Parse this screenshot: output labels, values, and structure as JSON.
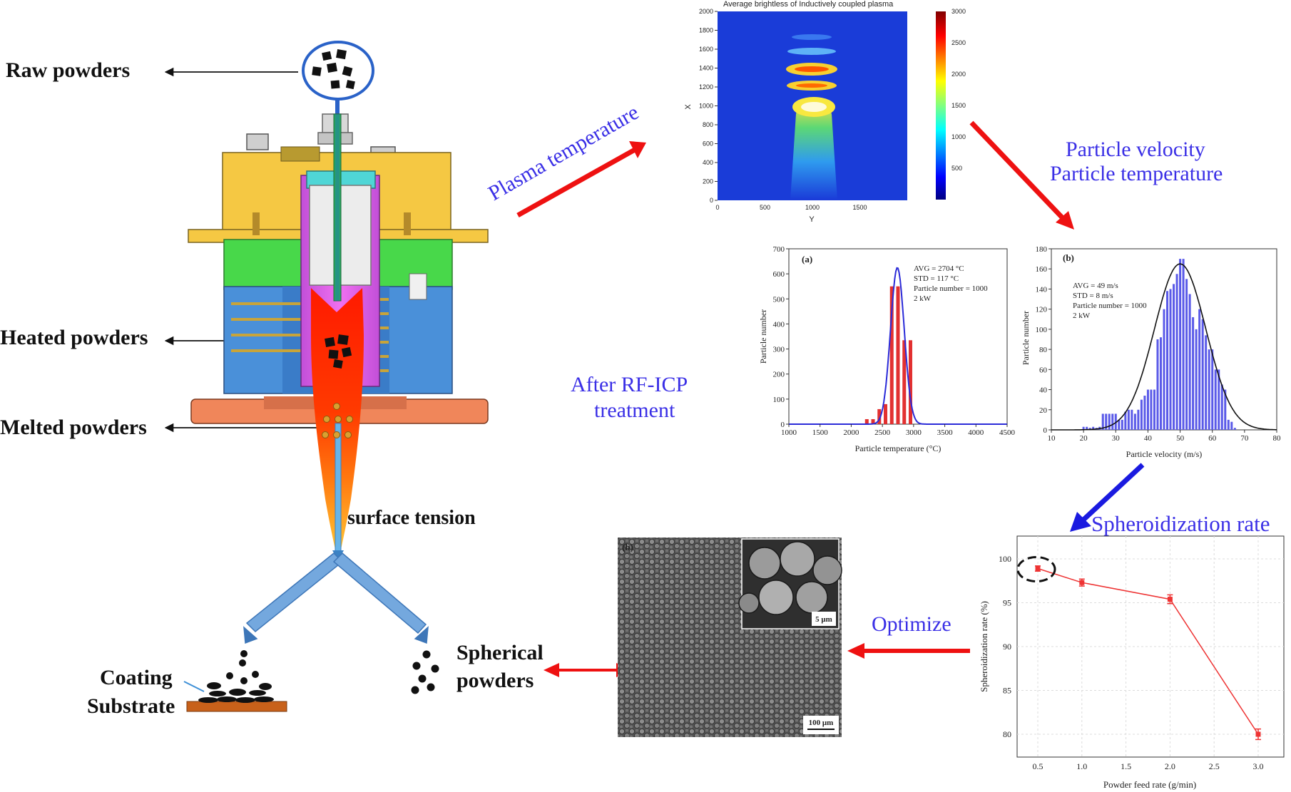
{
  "labels": {
    "raw_powders": "Raw powders",
    "heated_powders": "Heated powders",
    "melted_powders": "Melted powders",
    "surface_tension": "surface tension",
    "coating": "Coating",
    "substrate": "Substrate",
    "spherical_line1": "Spherical",
    "spherical_line2": "powders",
    "plasma_temperature": "Plasma temperature",
    "particle_velocity": "Particle velocity",
    "particle_temperature": "Particle temperature",
    "after_rf_icp_line1": "After RF-ICP",
    "after_rf_icp_line2": "treatment",
    "spheroidization_rate": "Spheroidization rate",
    "optimize": "Optimize"
  },
  "heatmap": {
    "title": "Average brightless of Inductively coupled plasma",
    "xlabel": "Y",
    "ylabel": "X",
    "x_ticks": [
      "0",
      "500",
      "1000",
      "1500"
    ],
    "y_ticks": [
      "0",
      "200",
      "400",
      "600",
      "800",
      "1000",
      "1200",
      "1400",
      "1600",
      "1800",
      "2000"
    ],
    "colorbar_ticks": [
      "500",
      "1000",
      "1500",
      "2000",
      "2500",
      "3000"
    ]
  },
  "sem": {
    "panel_label": "(b)",
    "scale_main": "100 μm",
    "scale_inset": "5 μm"
  },
  "chart_data": [
    {
      "type": "bar",
      "panel": "(a)",
      "xlabel": "Particle temperature (°C)",
      "ylabel": "Particle number",
      "xlim": [
        1000,
        4500
      ],
      "ylim": [
        0,
        700
      ],
      "x_ticks": [
        "1000",
        "1500",
        "2000",
        "2500",
        "3000",
        "3500",
        "4000",
        "4500"
      ],
      "y_ticks": [
        "0",
        "100",
        "200",
        "300",
        "400",
        "500",
        "600",
        "700"
      ],
      "annotations": [
        "AVG = 2704 °C",
        "STD = 117 °C",
        "Particle number = 1000",
        "2 kW"
      ],
      "x": [
        2250,
        2350,
        2450,
        2550,
        2650,
        2750,
        2850,
        2950
      ],
      "values": [
        20,
        20,
        60,
        80,
        550,
        550,
        335,
        335
      ],
      "fit_mean": 2740,
      "fit_std": 110,
      "fit_peak": 625,
      "bar_color": "#e23030",
      "fit_color": "#2b2bd8"
    },
    {
      "type": "bar",
      "panel": "(b)",
      "xlabel": "Particle velocity (m/s)",
      "ylabel": "Particle number",
      "xlim": [
        10,
        80
      ],
      "ylim": [
        0,
        180
      ],
      "x_ticks": [
        "10",
        "20",
        "30",
        "40",
        "50",
        "60",
        "70",
        "80"
      ],
      "y_ticks": [
        "0",
        "20",
        "40",
        "60",
        "80",
        "100",
        "120",
        "140",
        "160",
        "180"
      ],
      "annotations": [
        "AVG = 49 m/s",
        "STD = 8 m/s",
        "Particle number = 1000",
        "2 kW"
      ],
      "x": [
        20,
        21,
        22,
        23,
        24,
        25,
        26,
        27,
        28,
        29,
        30,
        31,
        32,
        33,
        34,
        35,
        36,
        37,
        38,
        39,
        40,
        41,
        42,
        43,
        44,
        45,
        46,
        47,
        48,
        49,
        50,
        51,
        52,
        53,
        54,
        55,
        56,
        57,
        58,
        59,
        60,
        61,
        62,
        63,
        64,
        65,
        66,
        67
      ],
      "values": [
        3,
        3,
        2,
        3,
        2,
        3,
        16,
        16,
        16,
        16,
        16,
        10,
        10,
        18,
        20,
        20,
        16,
        20,
        30,
        34,
        40,
        40,
        40,
        90,
        92,
        120,
        138,
        140,
        145,
        155,
        170,
        170,
        150,
        135,
        112,
        100,
        120,
        110,
        94,
        80,
        80,
        60,
        60,
        45,
        40,
        10,
        8,
        2
      ],
      "fit_mean": 50,
      "fit_std": 8,
      "fit_peak": 165,
      "bar_color": "#5a5ae8",
      "fit_color": "#111111"
    },
    {
      "type": "line",
      "xlabel": "Powder feed rate (g/min)",
      "ylabel": "Spheroidization rate (%)",
      "xlim": [
        0.5,
        3.0
      ],
      "ylim": [
        80,
        100
      ],
      "x_ticks": [
        "0.5",
        "1.0",
        "1.5",
        "2.0",
        "2.5",
        "3.0"
      ],
      "y_ticks": [
        "80",
        "85",
        "90",
        "95",
        "100"
      ],
      "x": [
        0.5,
        1.0,
        2.0,
        3.0
      ],
      "y": [
        98.9,
        97.3,
        95.4,
        80.0
      ],
      "err": [
        0.3,
        0.4,
        0.5,
        0.6
      ],
      "highlight_index": 0,
      "color": "#ee3333"
    }
  ],
  "colors": {
    "arrow_red": "#ee1111",
    "arrow_blue": "#1a1ae0",
    "text_blue": "#3a2fe6",
    "torch_yellow": "#f5c843",
    "torch_green": "#48d84a",
    "torch_blue": "#4a90d9",
    "torch_orange": "#f0865a",
    "substrate": "#c8611a"
  }
}
